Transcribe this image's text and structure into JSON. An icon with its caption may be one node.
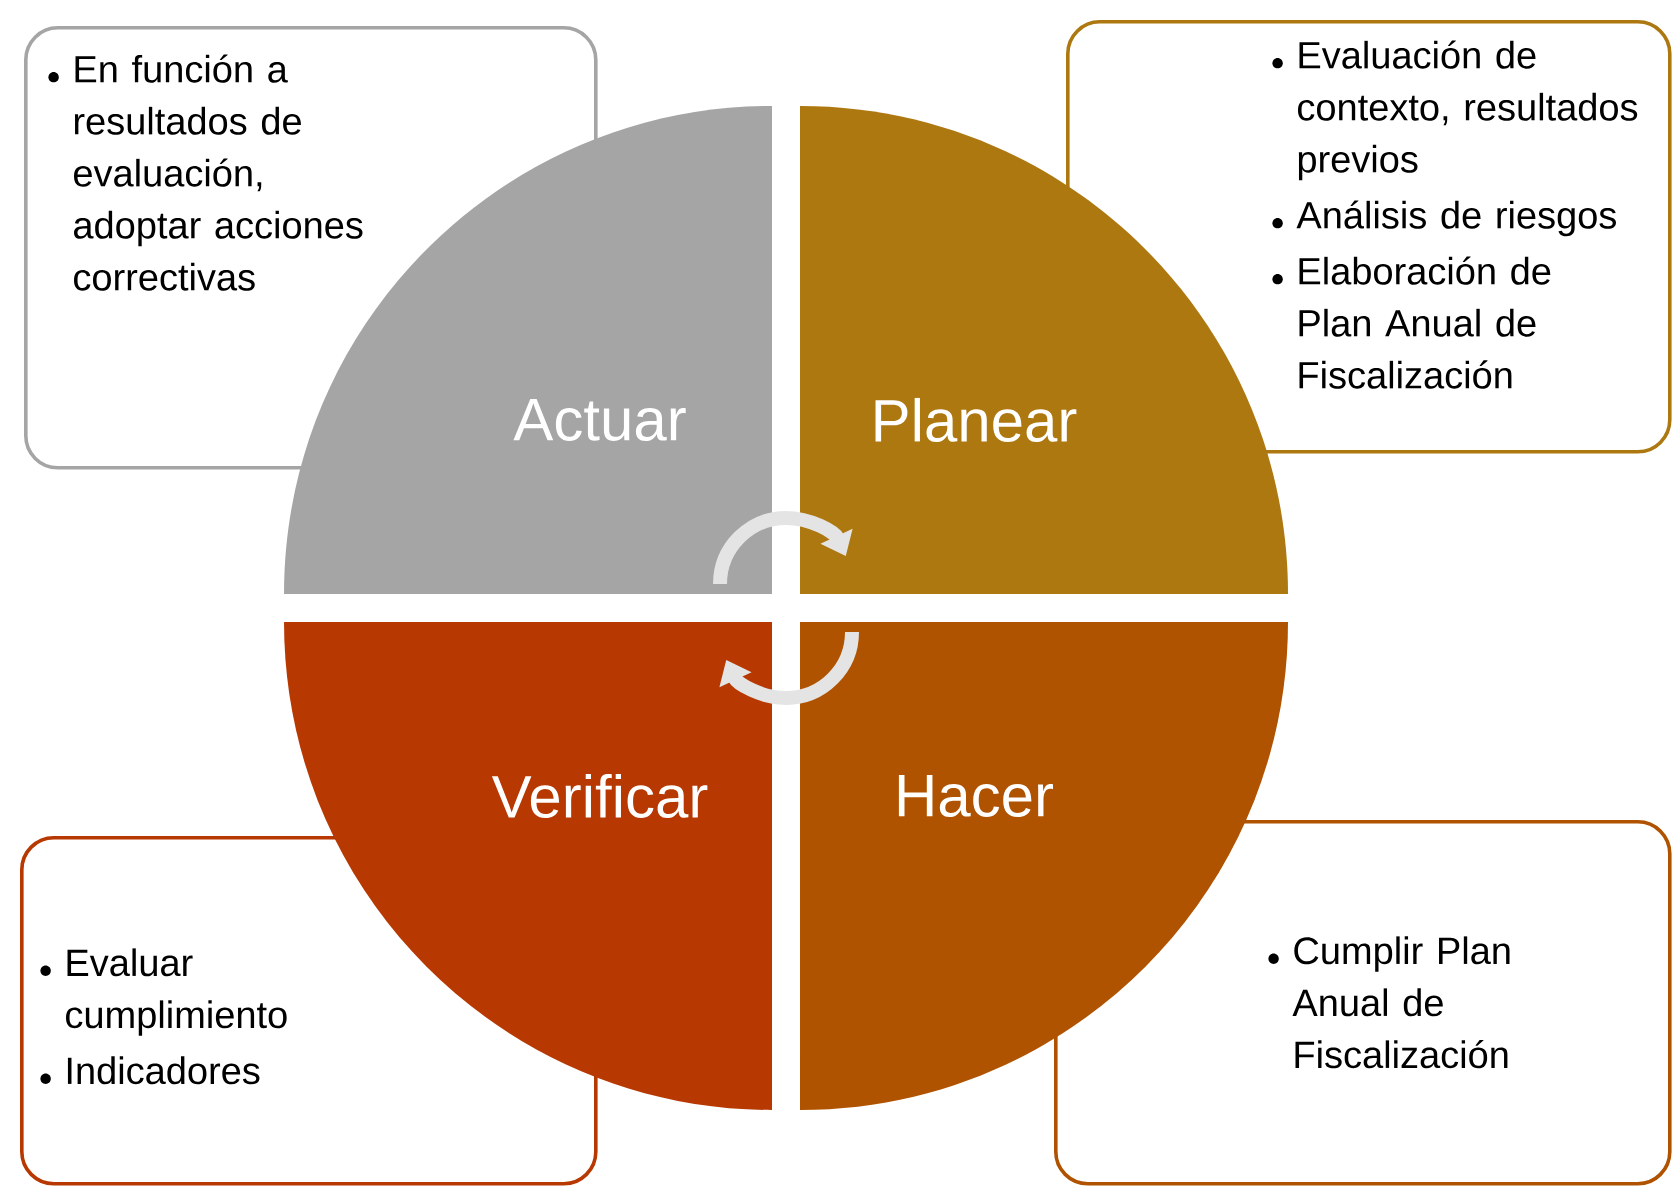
{
  "diagram": {
    "nodes": [
      {
        "text": [
          "Actuar"
        ]
      },
      {
        "text": [
          "Planear"
        ]
      },
      {
        "text": [
          "Verificar"
        ]
      },
      {
        "text": [
          "Hacer"
        ]
      },
      {
        "text": [
          "En función a resultados de evaluación, adoptar acciones correctivas"
        ]
      },
      {
        "text": [
          "Evaluación de contexto, resultados previos",
          "Análisis de riesgos",
          "Elaboración de Plan Anual de Fiscalización"
        ]
      },
      {
        "text": [
          "Evaluar cumplimiento",
          "Indicadores"
        ]
      },
      {
        "text": [
          "Cumplir Plan Anual de Fiscalización"
        ]
      }
    ],
    "edges": [
      {
        "from": 0,
        "to": 1,
        "arrow": "to"
      },
      {
        "from": 3,
        "to": 2,
        "arrow": "to"
      }
    ]
  }
}
